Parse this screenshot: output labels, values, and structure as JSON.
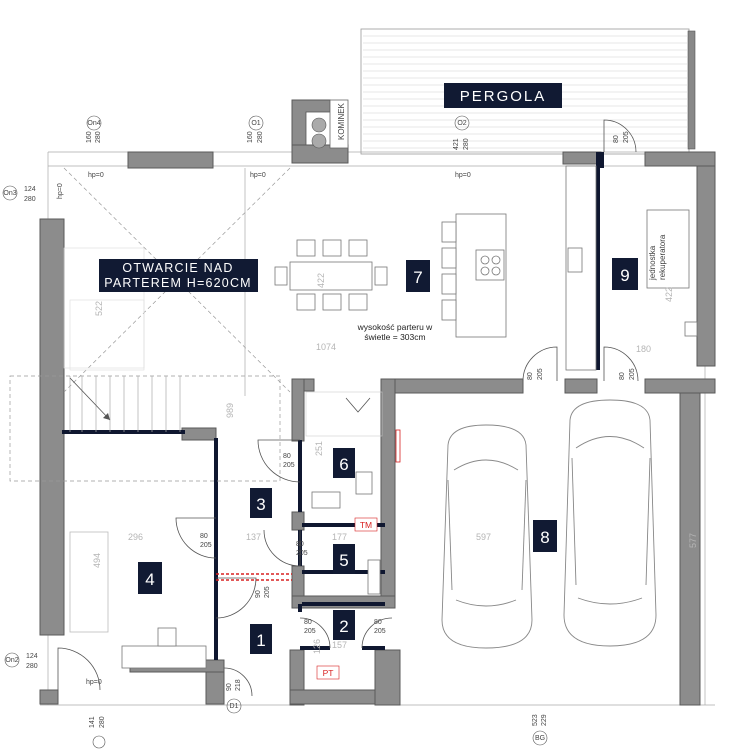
{
  "labels": {
    "pergola": "PERGOLA",
    "kominek": "KOMINEK",
    "otwarcie_line1": "OTWARCIE NAD",
    "otwarcie_line2": "PARTEREM H=620CM",
    "wysokosc_line1": "wysokość parteru w",
    "wysokosc_line2": "świetle = 303cm",
    "rekuperator_line1": "jednostka",
    "rekuperator_line2": "rekuperatora",
    "tm": "TM",
    "pt": "PT"
  },
  "rooms": [
    "1",
    "2",
    "3",
    "4",
    "5",
    "6",
    "7",
    "8",
    "9"
  ],
  "markers": {
    "on4": "On4",
    "o1_top": "O1",
    "o2_top": "O2",
    "on3": "On3",
    "on2": "On2",
    "d1": "D1",
    "bg": "BG"
  },
  "dimensions": {
    "on4_w": "160",
    "on4_h": "280",
    "o1_w": "160",
    "o1_h": "280",
    "o2_w": "421",
    "o2_h": "280",
    "on3_w": "124",
    "on3_h": "280",
    "on2_w": "124",
    "on2_h": "280",
    "hp0": "hp=0",
    "door_80": "80",
    "door_205": "205",
    "d1_w": "90",
    "d1_h": "218",
    "bg_w": "523",
    "bg_h": "229",
    "bottom_w": "141",
    "bottom_h": "280",
    "d3_w": "90",
    "d3_h": "205",
    "d_80": "80",
    "d_205": "205",
    "room_1074": "1074",
    "room_522": "522",
    "room_422": "422",
    "room_989": "989",
    "room_251": "251",
    "room_296": "296",
    "room_137": "137",
    "room_177": "177",
    "room_494": "494",
    "room_597": "597",
    "room_577": "577",
    "room_180": "180",
    "room_422b": "422",
    "room_157": "157",
    "room_126": "126"
  }
}
